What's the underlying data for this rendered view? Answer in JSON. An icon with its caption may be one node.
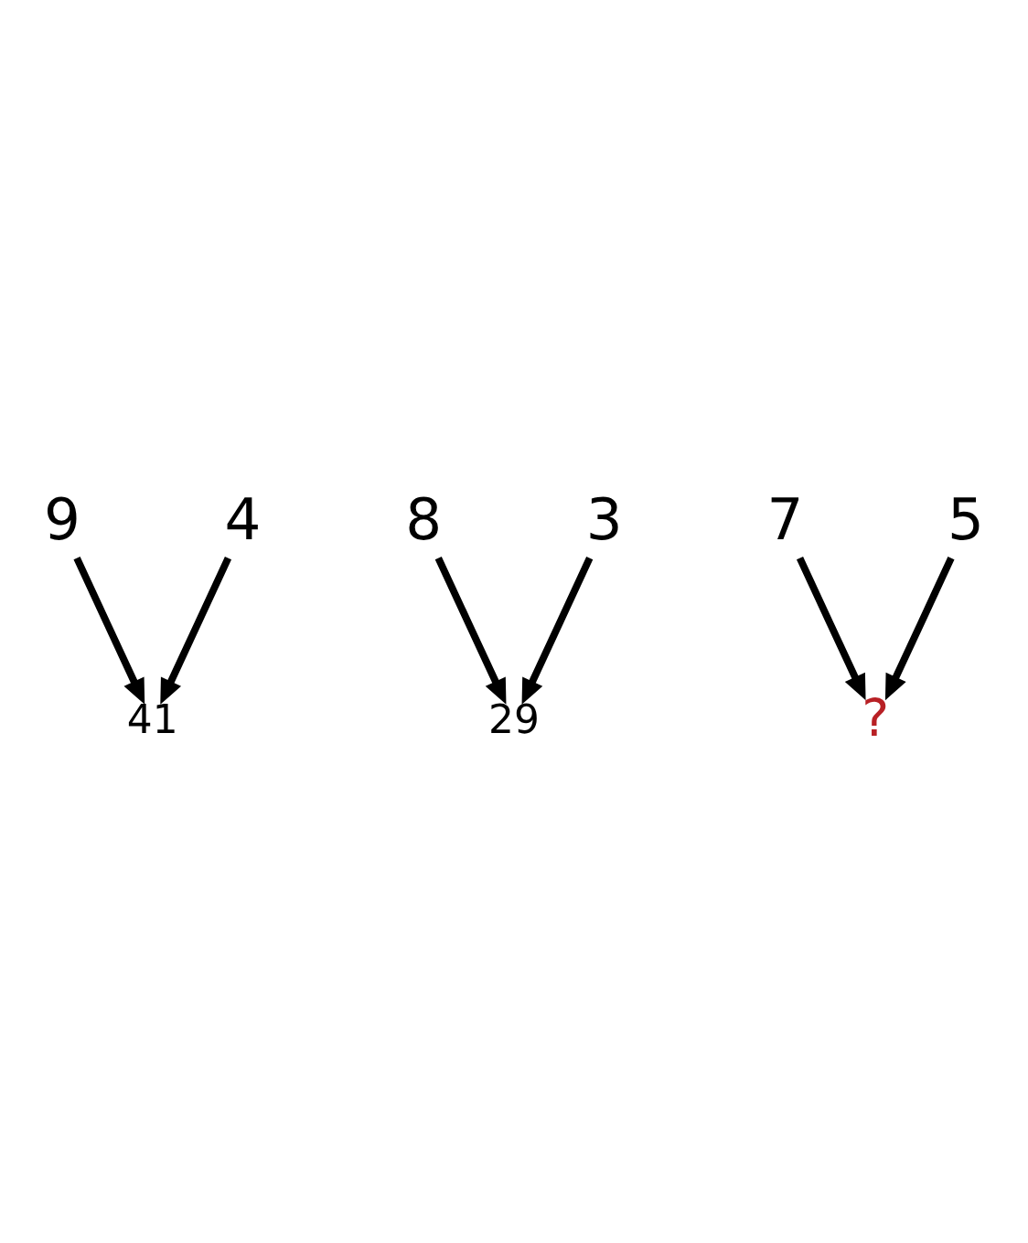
{
  "diagram": {
    "nodes": [
      {
        "text": [
          "9"
        ]
      },
      {
        "text": [
          "4"
        ]
      },
      {
        "text": [
          "41"
        ]
      },
      {
        "text": [
          "8"
        ]
      },
      {
        "text": [
          "3"
        ]
      },
      {
        "text": [
          "29"
        ]
      },
      {
        "text": [
          "7"
        ]
      },
      {
        "text": [
          "5"
        ]
      },
      {
        "text": [
          "?"
        ]
      }
    ],
    "edges": [
      {
        "from": 0,
        "to": 2,
        "arrow": "to"
      },
      {
        "from": 1,
        "to": 2,
        "arrow": "to"
      },
      {
        "from": 3,
        "to": 5,
        "arrow": "to"
      },
      {
        "from": 4,
        "to": 5,
        "arrow": "to"
      },
      {
        "from": 6,
        "to": 8,
        "arrow": "to"
      },
      {
        "from": 7,
        "to": 8,
        "arrow": "to"
      }
    ]
  }
}
